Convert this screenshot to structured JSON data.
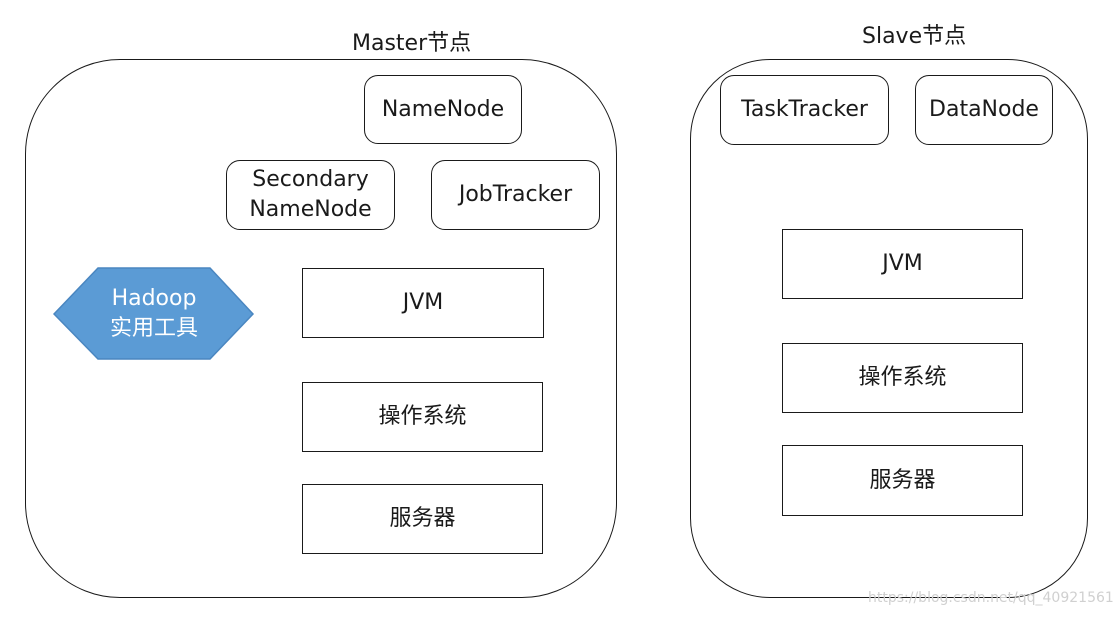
{
  "master": {
    "title": "Master节点",
    "name_node": "NameNode",
    "secondary_name_node_line1": "Secondary",
    "secondary_name_node_line2": "NameNode",
    "job_tracker": "JobTracker",
    "jvm": "JVM",
    "os": "操作系统",
    "server": "服务器",
    "hadoop_tools_line1": "Hadoop",
    "hadoop_tools_line2": "实用工具"
  },
  "slave": {
    "title": "Slave节点",
    "task_tracker": "TaskTracker",
    "data_node": "DataNode",
    "jvm": "JVM",
    "os": "操作系统",
    "server": "服务器"
  },
  "watermark": "https://blog.csdn.net/qq_40921561",
  "colors": {
    "hexagon_fill": "#5b9bd5",
    "hexagon_stroke": "#4a86c0",
    "border": "#1a1a1a"
  }
}
